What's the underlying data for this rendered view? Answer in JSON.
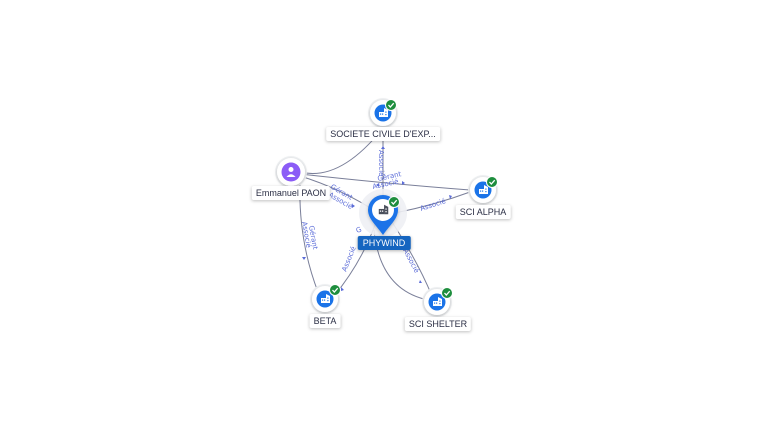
{
  "nodes": {
    "center": {
      "label": "PHYWIND",
      "verified": true
    },
    "top": {
      "label": "SOCIETE CIVILE D'EXP...",
      "verified": true
    },
    "person": {
      "label": "Emmanuel PAON",
      "verified": false
    },
    "alpha": {
      "label": "SCI ALPHA",
      "verified": true
    },
    "beta": {
      "label": "BETA",
      "verified": true
    },
    "shelter": {
      "label": "SCI SHELTER",
      "verified": true
    }
  },
  "edge_labels": {
    "center_top": "Associé",
    "person_top_1": "Gérant",
    "person_top_2": "Associé",
    "person_center_1": "Gérant",
    "person_center_2": "Associé",
    "center_alpha": "Associé",
    "person_beta_1": "Gérant",
    "person_beta_2": "Associé",
    "center_beta": "Associé",
    "center_shelter": "Associé",
    "center_g": "G"
  },
  "colors": {
    "company": "#1a73e8",
    "person": "#8b5cf6",
    "verified": "#1e8e3e",
    "center_label_bg": "#1565c0",
    "edge_label": "#5a6bd8"
  },
  "icons": {
    "company": "building-icon",
    "person": "person-icon",
    "verified": "check-badge-icon"
  }
}
